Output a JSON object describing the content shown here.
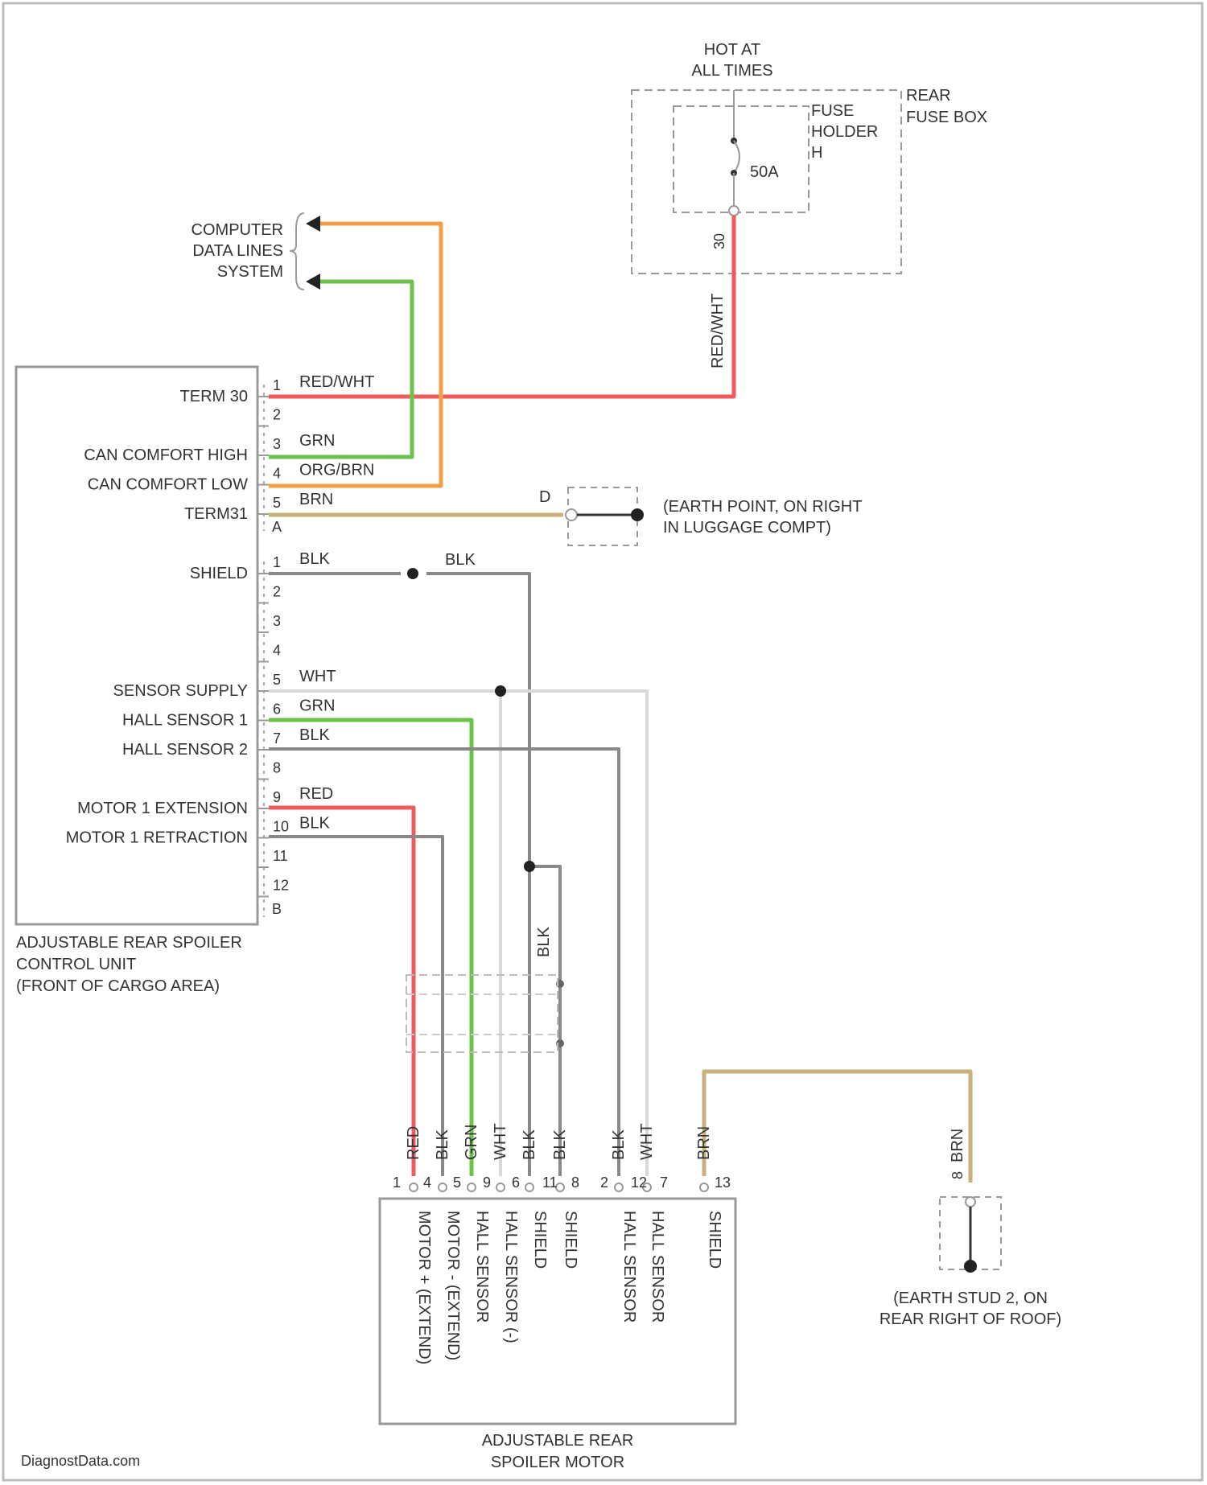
{
  "colors": {
    "red": "#ef5b5b",
    "green": "#6cc24a",
    "orange": "#f0a04b",
    "tan": "#c8b27a",
    "gray": "#888888",
    "white_wire": "#d8d8d8",
    "line": "#999999",
    "text": "#333333"
  },
  "fuse_box": {
    "hot_label": [
      "HOT AT",
      "ALL TIMES"
    ],
    "box_label": [
      "REAR",
      "FUSE BOX"
    ],
    "holder_label": [
      "FUSE",
      "HOLDER",
      "H"
    ],
    "fuse_rating": "50A",
    "circuit": "30",
    "wire_label": "RED/WHT"
  },
  "data_lines": [
    "COMPUTER",
    "DATA LINES",
    "SYSTEM"
  ],
  "control_unit": {
    "name": [
      "ADJUSTABLE REAR SPOILER",
      "CONTROL UNIT",
      "(FRONT OF CARGO AREA)"
    ],
    "connector_a_label": "A",
    "connector_b_label": "B",
    "pins_a": [
      {
        "pin": "1",
        "func": "TERM 30",
        "wire": "RED/WHT"
      },
      {
        "pin": "2",
        "func": "",
        "wire": ""
      },
      {
        "pin": "3",
        "func": "CAN COMFORT HIGH",
        "wire": "GRN"
      },
      {
        "pin": "4",
        "func": "CAN COMFORT LOW",
        "wire": "ORG/BRN"
      },
      {
        "pin": "5",
        "func": "TERM31",
        "wire": "BRN"
      }
    ],
    "pins_b": [
      {
        "pin": "1",
        "func": "SHIELD",
        "wire": "BLK"
      },
      {
        "pin": "2",
        "func": "",
        "wire": ""
      },
      {
        "pin": "3",
        "func": "",
        "wire": ""
      },
      {
        "pin": "4",
        "func": "",
        "wire": ""
      },
      {
        "pin": "5",
        "func": "SENSOR SUPPLY",
        "wire": "WHT"
      },
      {
        "pin": "6",
        "func": "HALL SENSOR 1",
        "wire": "GRN"
      },
      {
        "pin": "7",
        "func": "HALL SENSOR 2",
        "wire": "BLK"
      },
      {
        "pin": "8",
        "func": "",
        "wire": ""
      },
      {
        "pin": "9",
        "func": "MOTOR 1 EXTENSION",
        "wire": "RED"
      },
      {
        "pin": "10",
        "func": "MOTOR 1 RETRACTION",
        "wire": "BLK"
      },
      {
        "pin": "11",
        "func": "",
        "wire": ""
      },
      {
        "pin": "12",
        "func": "",
        "wire": ""
      }
    ]
  },
  "shield_wire_right": "BLK",
  "earth_point": {
    "id": "D",
    "label": [
      "(EARTH POINT, ON RIGHT",
      "IN LUGGAGE COMPT)"
    ]
  },
  "vertical_blk_label": "BLK",
  "motor": {
    "name": [
      "ADJUSTABLE REAR",
      "SPOILER MOTOR"
    ],
    "wire_colors": [
      "RED",
      "BLK",
      "GRN",
      "WHT",
      "BLK",
      "BLK",
      "BLK",
      "WHT",
      "BRN"
    ],
    "pins": [
      "1",
      "4",
      "5",
      "9",
      "6",
      "11",
      "8",
      "2",
      "12",
      "7",
      "13"
    ],
    "functions": [
      "MOTOR + (EXTEND)",
      "MOTOR - (EXTEND)",
      "HALL SENSOR",
      "HALL SENSOR (-)",
      "SHIELD",
      "SHIELD",
      "HALL SENSOR",
      "HALL SENSOR",
      "SHIELD"
    ]
  },
  "earth_stud": {
    "pin": "8",
    "wire": "BRN",
    "label": [
      "(EARTH STUD 2, ON",
      "REAR RIGHT OF ROOF)"
    ]
  },
  "watermark": "DiagnostData.com"
}
